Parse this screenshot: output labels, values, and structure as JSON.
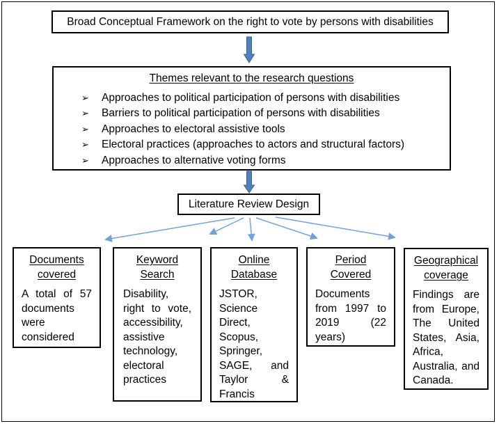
{
  "colors": {
    "box_border": "#000000",
    "background": "#ffffff",
    "text": "#000000",
    "thick_arrow_fill": "#4f81bd",
    "thick_arrow_outline": "#38618f",
    "thin_arrow": "#74a2d8"
  },
  "top_box": {
    "text": "Broad Conceptual Framework on the right to vote by persons with disabilities"
  },
  "themes_box": {
    "title": "Themes relevant to the research questions",
    "bullet_char": "➢",
    "items": [
      "Approaches to political participation of persons with disabilities",
      "Barriers to political participation of persons with disabilities",
      "Approaches to electoral assistive tools",
      "Electoral practices (approaches to actors and structural factors)",
      "Approaches to alternative voting forms"
    ]
  },
  "design_box": {
    "text": "Literature Review Design"
  },
  "branch_boxes": [
    {
      "title": "Documents covered",
      "body": "A total of 57 documents were considered"
    },
    {
      "title": "Keyword Search",
      "body": "Disability, right to vote, accessibility, assistive technology, electoral practices"
    },
    {
      "title": "Online Database",
      "body": "JSTOR, Science Direct, Scopus, Springer, SAGE, and Taylor & Francis"
    },
    {
      "title": "Period Covered",
      "body": "Documents from 1997 to 2019 (22 years)"
    },
    {
      "title": "Geographical coverage",
      "body": "Findings are from Europe, The United States, Asia, Africa, Australia, and Canada."
    }
  ]
}
